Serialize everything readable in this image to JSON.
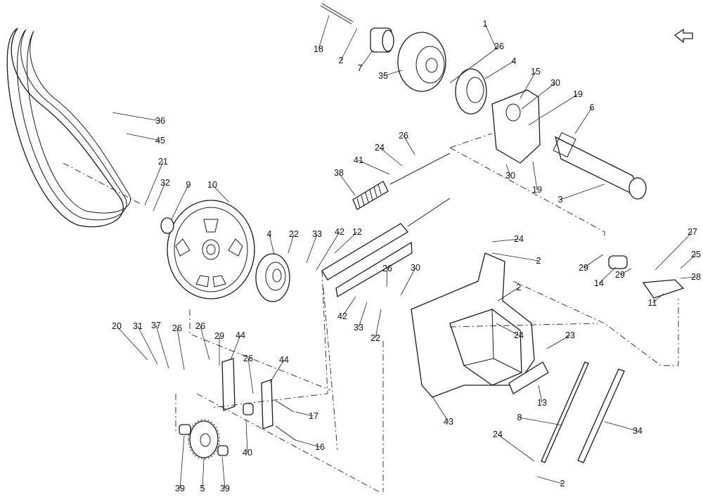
{
  "callouts": [
    {
      "id": "c18a",
      "label": "18"
    },
    {
      "id": "c2a",
      "label": "2"
    },
    {
      "id": "c7",
      "label": "7"
    },
    {
      "id": "c35",
      "label": "35"
    },
    {
      "id": "c26a",
      "label": "26"
    },
    {
      "id": "c1",
      "label": "1"
    },
    {
      "id": "c4a",
      "label": "4"
    },
    {
      "id": "c15",
      "label": "15"
    },
    {
      "id": "c30a",
      "label": "30"
    },
    {
      "id": "c19a",
      "label": "19"
    },
    {
      "id": "c6",
      "label": "6"
    },
    {
      "id": "c36",
      "label": "36"
    },
    {
      "id": "c45",
      "label": "45"
    },
    {
      "id": "c26b",
      "label": "26"
    },
    {
      "id": "c24a",
      "label": "24"
    },
    {
      "id": "c41",
      "label": "41"
    },
    {
      "id": "c38",
      "label": "38"
    },
    {
      "id": "c30b",
      "label": "30"
    },
    {
      "id": "c19b",
      "label": "19"
    },
    {
      "id": "c3",
      "label": "3"
    },
    {
      "id": "c21",
      "label": "21"
    },
    {
      "id": "c32",
      "label": "32"
    },
    {
      "id": "c9",
      "label": "9"
    },
    {
      "id": "c10",
      "label": "10"
    },
    {
      "id": "c4b",
      "label": "4"
    },
    {
      "id": "c22a",
      "label": "22"
    },
    {
      "id": "c33a",
      "label": "33"
    },
    {
      "id": "c42a",
      "label": "42"
    },
    {
      "id": "c12",
      "label": "12"
    },
    {
      "id": "c24b",
      "label": "24"
    },
    {
      "id": "c2b",
      "label": "2"
    },
    {
      "id": "c2c",
      "label": "2"
    },
    {
      "id": "c27",
      "label": "27"
    },
    {
      "id": "c25",
      "label": "25"
    },
    {
      "id": "c28",
      "label": "28"
    },
    {
      "id": "c29a",
      "label": "29"
    },
    {
      "id": "c14",
      "label": "14"
    },
    {
      "id": "c29b",
      "label": "29"
    },
    {
      "id": "c11",
      "label": "11"
    },
    {
      "id": "c26c",
      "label": "26"
    },
    {
      "id": "c30c",
      "label": "30"
    },
    {
      "id": "c42b",
      "label": "42"
    },
    {
      "id": "c33b",
      "label": "33"
    },
    {
      "id": "c22b",
      "label": "22"
    },
    {
      "id": "c24c",
      "label": "24"
    },
    {
      "id": "c23",
      "label": "23"
    },
    {
      "id": "c20",
      "label": "20"
    },
    {
      "id": "c31",
      "label": "31"
    },
    {
      "id": "c37",
      "label": "37"
    },
    {
      "id": "c26d",
      "label": "26"
    },
    {
      "id": "c26e",
      "label": "26"
    },
    {
      "id": "c29c",
      "label": "29"
    },
    {
      "id": "c44a",
      "label": "44"
    },
    {
      "id": "c44b",
      "label": "44"
    },
    {
      "id": "c26f",
      "label": "26"
    },
    {
      "id": "c13",
      "label": "13"
    },
    {
      "id": "c17",
      "label": "17"
    },
    {
      "id": "c43",
      "label": "43"
    },
    {
      "id": "c8",
      "label": "8"
    },
    {
      "id": "c34",
      "label": "34"
    },
    {
      "id": "c16",
      "label": "16"
    },
    {
      "id": "c40",
      "label": "40"
    },
    {
      "id": "c24d",
      "label": "24"
    },
    {
      "id": "c2d",
      "label": "2"
    },
    {
      "id": "c39a",
      "label": "39"
    },
    {
      "id": "c5",
      "label": "5"
    },
    {
      "id": "c39b",
      "label": "39"
    }
  ]
}
